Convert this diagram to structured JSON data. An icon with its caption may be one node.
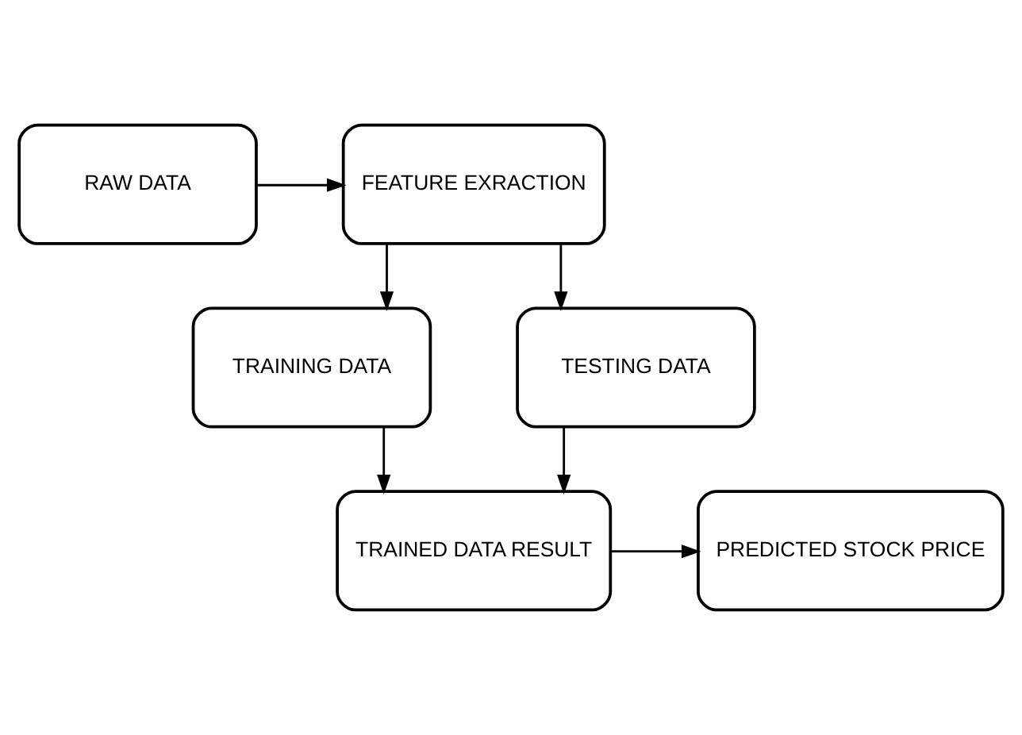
{
  "diagram": {
    "nodes": [
      {
        "text": [
          "RAW DATA"
        ]
      },
      {
        "text": [
          "FEATURE EXRACTION"
        ]
      },
      {
        "text": [
          "TRAINING DATA"
        ]
      },
      {
        "text": [
          "TESTING DATA"
        ]
      },
      {
        "text": [
          "TRAINED DATA RESULT"
        ]
      },
      {
        "text": [
          "PREDICTED STOCK PRICE"
        ]
      }
    ],
    "edges": [
      {
        "from": 0,
        "to": 1,
        "arrow": "to"
      },
      {
        "from": 1,
        "to": 2,
        "arrow": "to"
      },
      {
        "from": 1,
        "to": 3,
        "arrow": "to"
      },
      {
        "from": 2,
        "to": 4,
        "arrow": "to"
      },
      {
        "from": 3,
        "to": 4,
        "arrow": "to"
      },
      {
        "from": 4,
        "to": 5,
        "arrow": "to"
      }
    ]
  }
}
